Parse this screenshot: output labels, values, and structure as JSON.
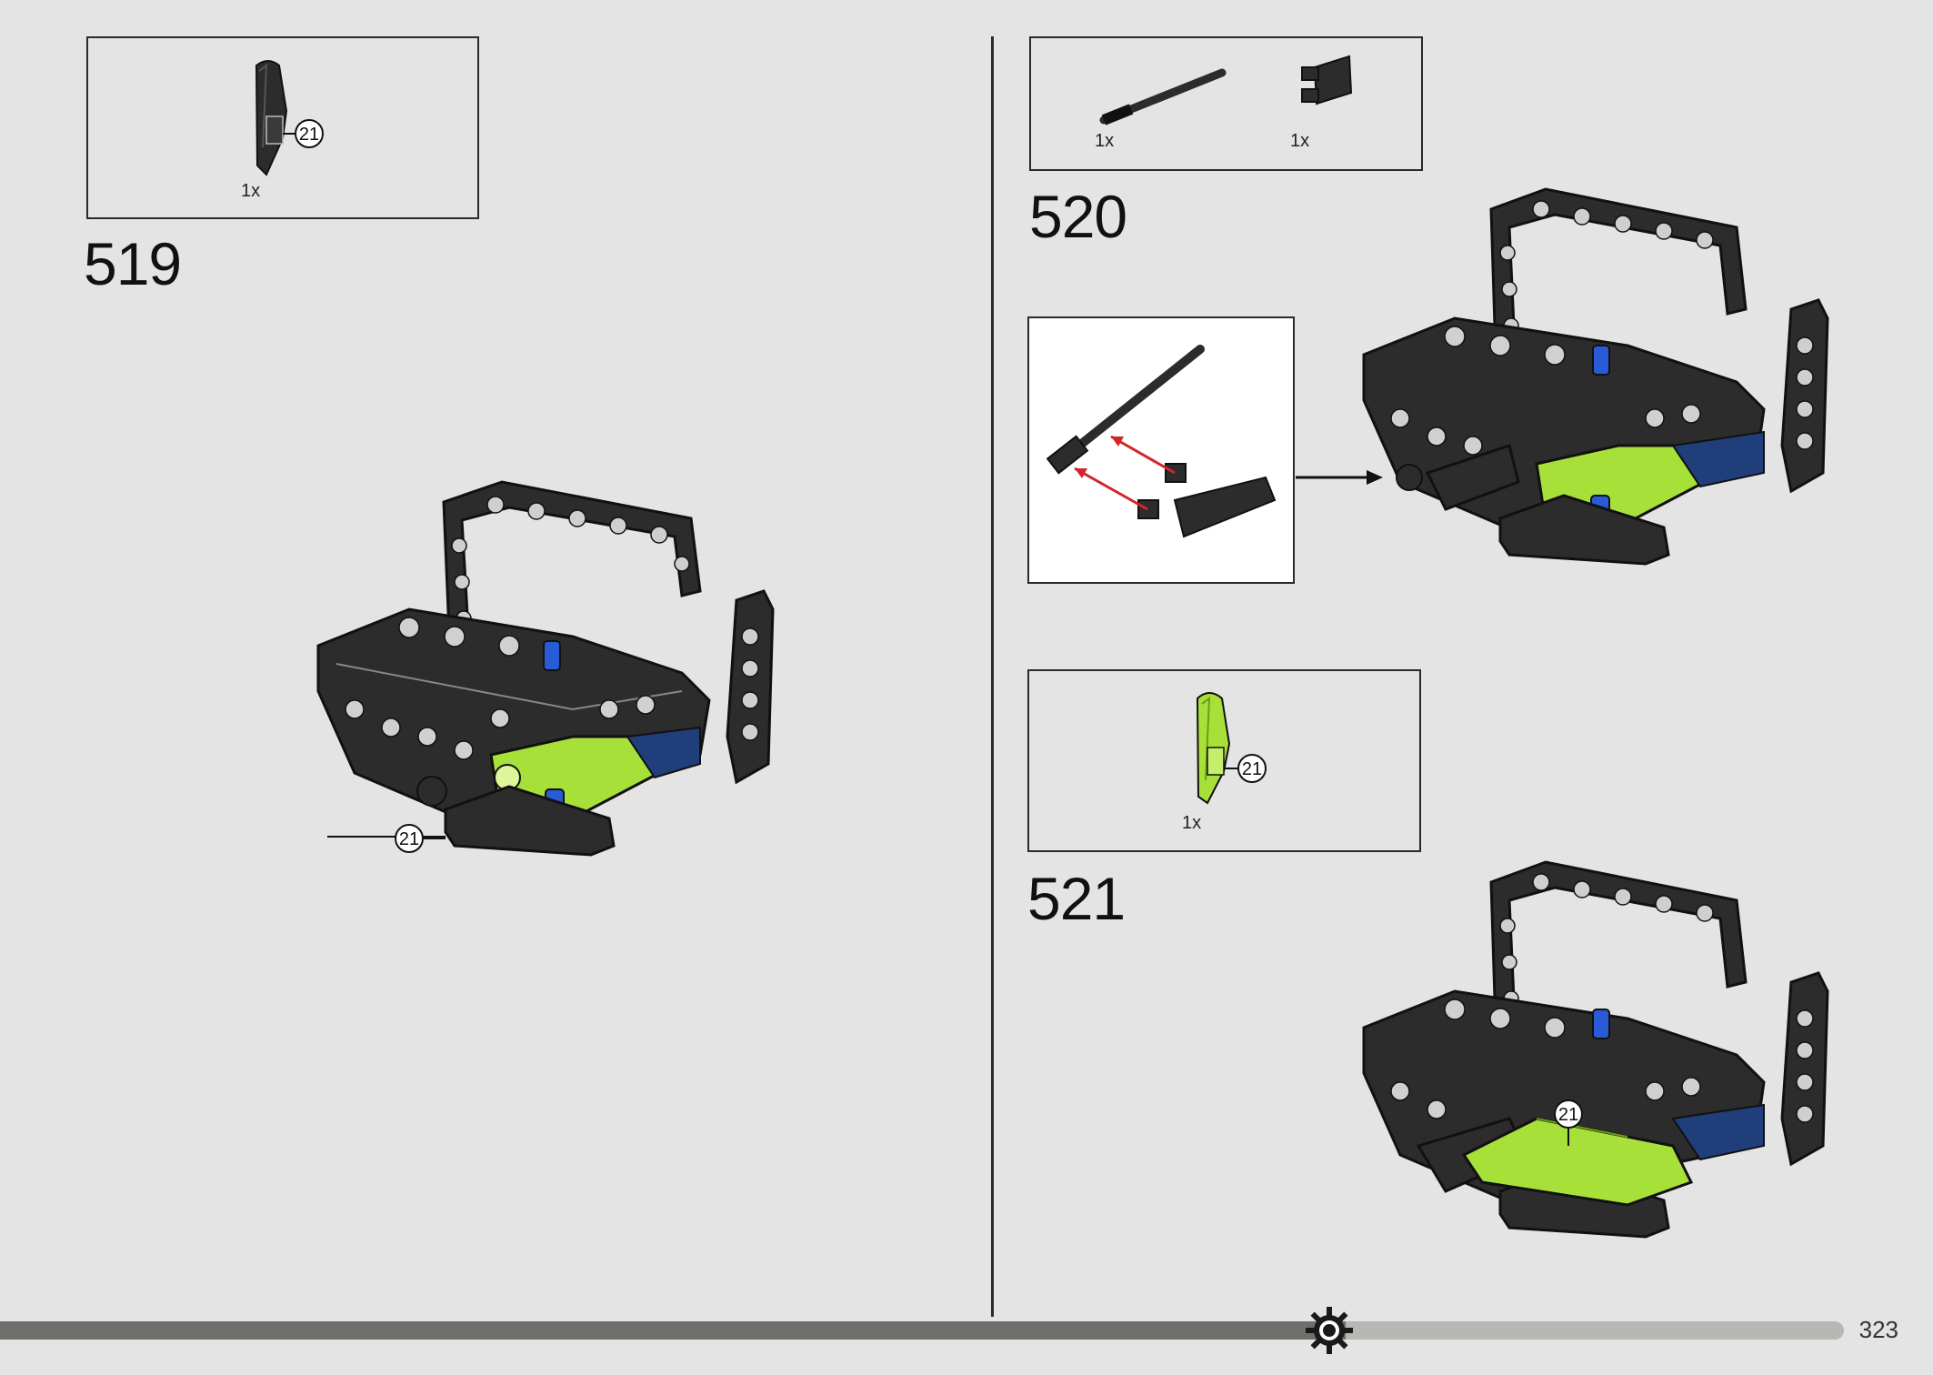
{
  "page": {
    "number": "323",
    "progress_fraction": 0.73
  },
  "steps": [
    {
      "number": "519",
      "parts": [
        {
          "qty": "1x",
          "color_ref": "21",
          "part": "black curved panel"
        }
      ],
      "callouts": [
        "21"
      ]
    },
    {
      "number": "520",
      "parts": [
        {
          "qty": "1x",
          "part": "black axle"
        },
        {
          "qty": "1x",
          "part": "black flag tile"
        }
      ]
    },
    {
      "number": "521",
      "parts": [
        {
          "qty": "1x",
          "color_ref": "21",
          "part": "lime curved panel"
        }
      ],
      "callouts": [
        "21"
      ]
    }
  ],
  "colors": {
    "background": "#e4e4e4",
    "black_part": "#2c2c2c",
    "lime_part": "#a8e03a",
    "blue_pin": "#2a5bd7",
    "arrow_red": "#d4232a",
    "progress_dark": "#6f6e6a",
    "progress_light": "#b9b7b3"
  },
  "icons": {
    "progress_marker": "gear-icon"
  }
}
